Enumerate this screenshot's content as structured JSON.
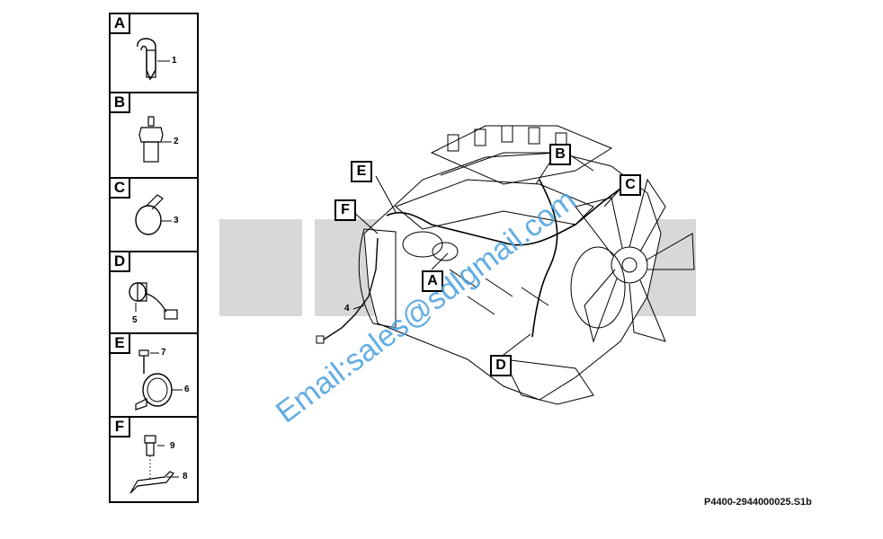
{
  "panels": [
    {
      "letter": "A",
      "parts": [
        "1"
      ]
    },
    {
      "letter": "B",
      "parts": [
        "2"
      ]
    },
    {
      "letter": "C",
      "parts": [
        "3"
      ]
    },
    {
      "letter": "D",
      "parts": [
        "5"
      ]
    },
    {
      "letter": "E",
      "parts": [
        "7",
        "6"
      ]
    },
    {
      "letter": "F",
      "parts": [
        "9",
        "8"
      ]
    }
  ],
  "engine_tags": [
    "E",
    "F",
    "B",
    "C",
    "A",
    "D"
  ],
  "harness_callout": "4",
  "watermark_email": "Email:sales@sdlgmail.com",
  "document_code": "P4400-2944000025.S1b",
  "colors": {
    "watermark_blue": "#4aa0dd",
    "watermark_gray": "#d8d8d8"
  }
}
